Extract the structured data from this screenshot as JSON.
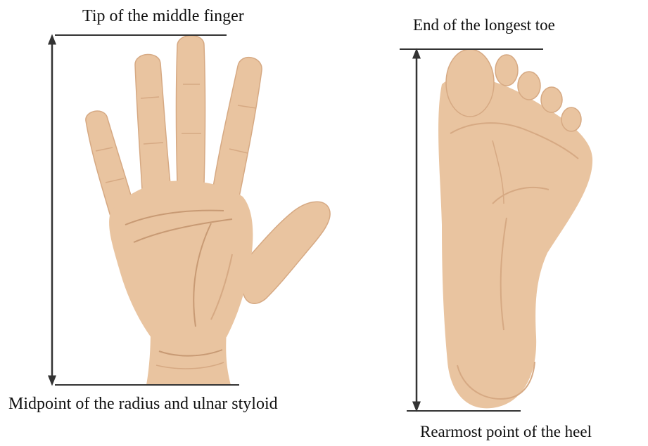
{
  "labels": {
    "hand_top": "Tip of the middle finger",
    "hand_bottom": "Midpoint of the radius and ulnar styloid",
    "foot_top": "End of the longest toe",
    "foot_bottom": "Rearmost point of the heel"
  },
  "colors": {
    "skin": "#E9C4A0",
    "skin_shadow": "#D6A983",
    "skin_line": "#C89A74",
    "measure_line": "#333333",
    "text": "#111111"
  }
}
